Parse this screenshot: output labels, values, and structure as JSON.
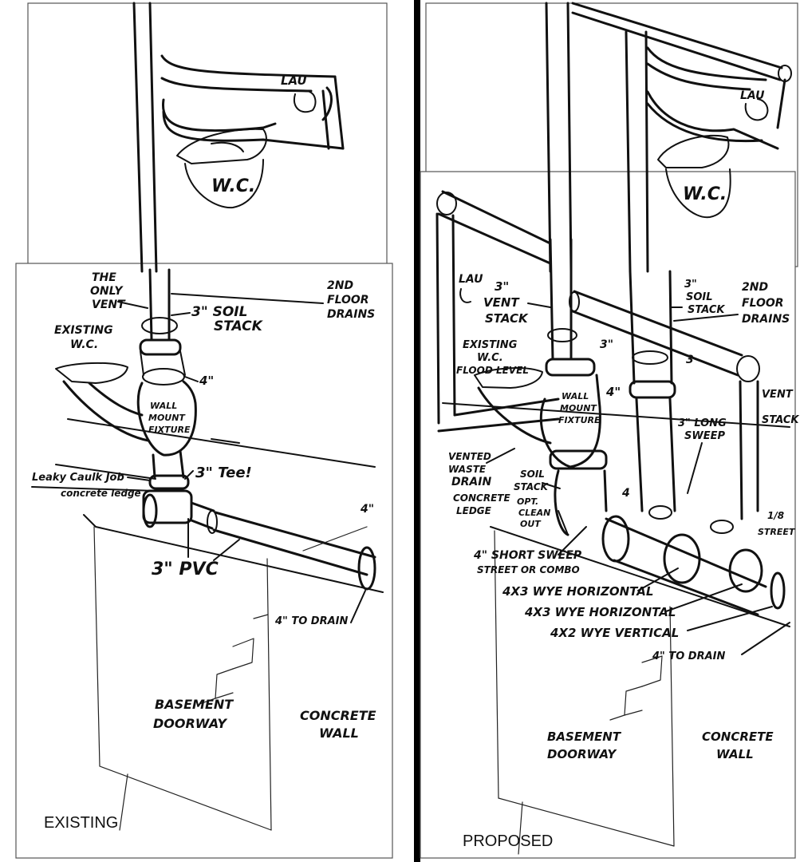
{
  "existing": {
    "caption": "EXISTING",
    "labels": {
      "lav": "LAU",
      "wc": "W.C.",
      "only_vent": [
        "THE",
        "ONLY",
        "VENT"
      ],
      "second_floor_drains": [
        "2ND",
        "FLOOR",
        "DRAINS"
      ],
      "soil_stack": [
        "3\" SOIL",
        "STACK"
      ],
      "existing_wc": [
        "EXISTING",
        "W.C."
      ],
      "four_inch": "4\"",
      "wall_mount": [
        "WALL",
        "MOUNT",
        "FIXTURE"
      ],
      "tee": "3\" Tee!",
      "leaky": "Leaky Caulk Job",
      "ledge": "concrete ledge",
      "pvc": "3\" PVC",
      "four_drain_size": "4\"",
      "to_drain": "4\" TO DRAIN",
      "doorway": [
        "BASEMENT",
        "DOORWAY"
      ],
      "wall": [
        "CONCRETE",
        "WALL"
      ]
    }
  },
  "proposed": {
    "caption": "PROPOSED",
    "labels": {
      "lav_top": "LAU",
      "wc": "W.C.",
      "lav_left": "LAU",
      "vent_stack": [
        "3\"",
        "VENT",
        "STACK"
      ],
      "soil_stack": [
        "3\"",
        "SOIL",
        "STACK"
      ],
      "second_floor_drains": [
        "2ND",
        "FLOOR",
        "DRAINS"
      ],
      "existing_wc": [
        "EXISTING",
        "W.C.",
        "FLOOD LEVEL"
      ],
      "three_a": "3\"",
      "three_b": "3",
      "four_inch": "4\"",
      "wall_mount": [
        "WALL",
        "MOUNT",
        "FIXTURE"
      ],
      "long_sweep": [
        "3\" LONG",
        "SWEEP"
      ],
      "vent_stack_right": [
        "VENT",
        "STACK"
      ],
      "vented_waste": [
        "VENTED",
        "WASTE",
        "DRAIN"
      ],
      "soil_stack_low": [
        "SOIL",
        "STACK"
      ],
      "concrete_ledge": [
        "CONCRETE",
        "LEDGE"
      ],
      "clean_out": [
        "OPT.",
        "CLEAN",
        "OUT"
      ],
      "four_h": "4",
      "one_eighth": [
        "1/8",
        "STREET"
      ],
      "short_sweep": [
        "4\" SHORT SWEEP",
        "STREET OR COMBO"
      ],
      "wye1": "4X3 WYE HORIZONTAL",
      "wye2": "4X3 WYE HORIZONTAL",
      "wye3": "4X2 WYE VERTICAL",
      "to_drain": "4\" TO DRAIN",
      "doorway": [
        "BASEMENT",
        "DOORWAY"
      ],
      "wall": [
        "CONCRETE",
        "WALL"
      ]
    }
  }
}
